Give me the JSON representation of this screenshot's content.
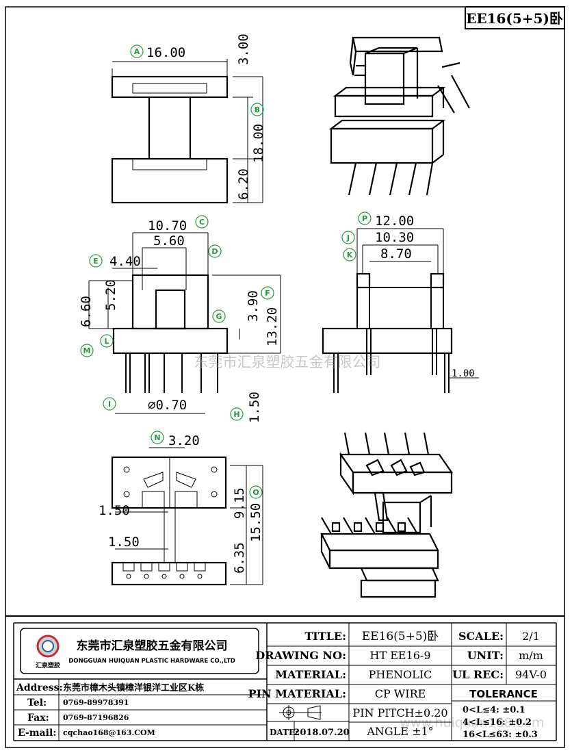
{
  "header": {
    "model_tag": "EE16(5+5)卧"
  },
  "dimensions": {
    "top_view": {
      "width": "16.00",
      "flange": "3.00",
      "height": "18.00",
      "base": "6.20",
      "A": "A",
      "B": "B"
    },
    "front_view": {
      "c": "10.70",
      "d": "5.60",
      "e": "4.40",
      "g": "3.90",
      "f": "13.20",
      "j_left": "6.60",
      "m_left": "5.20",
      "pin_dia": "⌀0.70",
      "h": "1.50",
      "C": "C",
      "D": "D",
      "E": "E",
      "F": "F",
      "G": "G",
      "H": "H",
      "I": "I",
      "L": "L",
      "M": "M"
    },
    "side_view": {
      "p": "12.00",
      "j": "10.30",
      "k": "8.70",
      "pin_off": "1.00",
      "P": "P",
      "J": "J",
      "K": "K"
    },
    "bottom_view": {
      "n": "3.20",
      "left1": "1.50",
      "left2": "1.50",
      "o1": "9.15",
      "o2": "15.50",
      "o3": "6.35",
      "N": "N",
      "O": "O"
    }
  },
  "watermark": {
    "center": "东莞市汇泉塑胶五金有限公司",
    "bottom": "www.huiquan168.com"
  },
  "company": {
    "logo_text": "汇泉塑胶",
    "name_cn": "东莞市汇泉塑胶五金有限公司",
    "name_en": "DONGGUAN HUIQUAN PLASTIC HARDWARE CO.,LTD"
  },
  "contact": {
    "address_label": "Address:",
    "address": "东莞市樟木头镇樟洋银洋工业区K栋",
    "tel_label": "Tel:",
    "tel": "0769-89978391",
    "fax_label": "Fax:",
    "fax": "0769-87196826",
    "email_label": "E-mail:",
    "email": "cqchao168@163.COM"
  },
  "title_block": {
    "title_label": "TITLE:",
    "title": "EE16(5+5)卧",
    "drawing_no_label": "DRAWING NO:",
    "drawing_no": "HT EE16-9",
    "material_label": "MATERIAL:",
    "material": "PHENOLIC",
    "pin_material_label": "PIN MATERIAL:",
    "pin_material": "CP WIRE",
    "date_label": "DATE:",
    "date": "2018.07.20",
    "pin_pitch": "PIN PITCH±0.20",
    "angle": "ANGLE  ±1°",
    "scale_label": "SCALE:",
    "scale": "2/1",
    "unit_label": "UNIT:",
    "unit": "m/m",
    "ul_label": "UL REC:",
    "ul": "94V-0",
    "tolerance_label": "TOLERANCE",
    "tol": [
      "0<L≤4:   ±0.1",
      "4<L≤16:  ±0.2",
      "16<L≤63: ±0.3"
    ]
  }
}
